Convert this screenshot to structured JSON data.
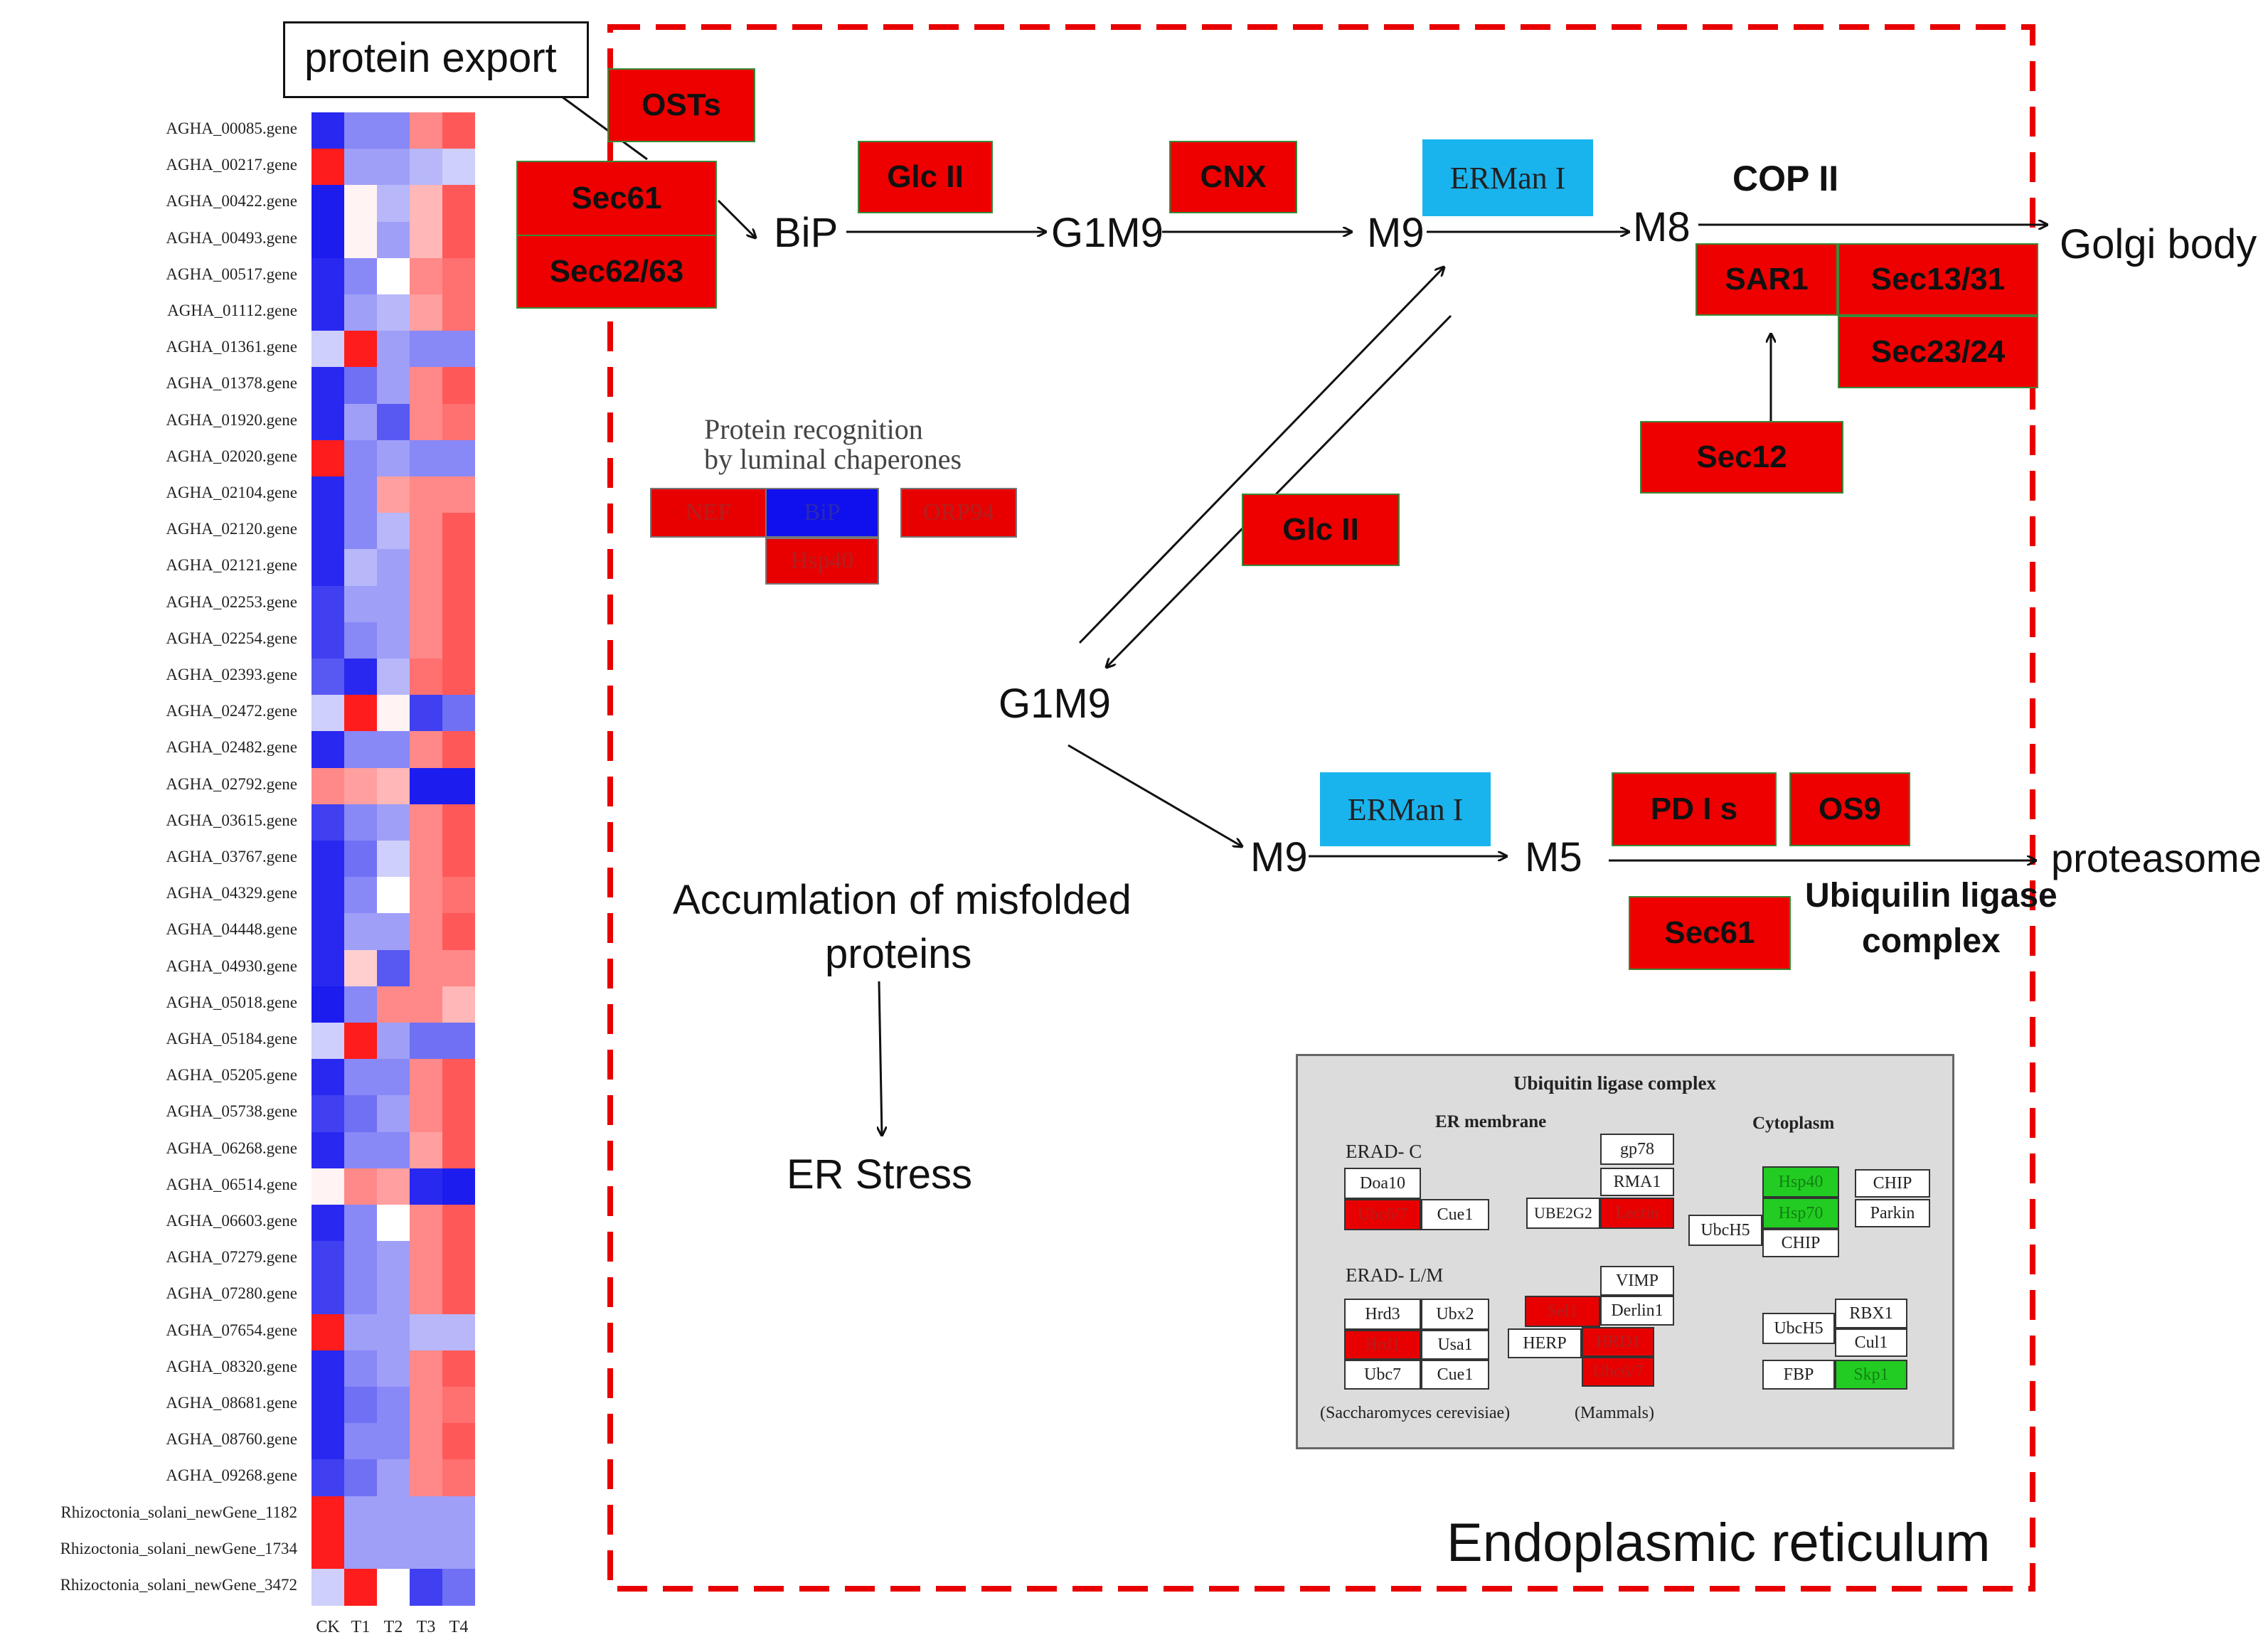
{
  "heatmap": {
    "genes": [
      "AGHA_00085.gene",
      "AGHA_00217.gene",
      "AGHA_00422.gene",
      "AGHA_00493.gene",
      "AGHA_00517.gene",
      "AGHA_01112.gene",
      "AGHA_01361.gene",
      "AGHA_01378.gene",
      "AGHA_01920.gene",
      "AGHA_02020.gene",
      "AGHA_02104.gene",
      "AGHA_02120.gene",
      "AGHA_02121.gene",
      "AGHA_02253.gene",
      "AGHA_02254.gene",
      "AGHA_02393.gene",
      "AGHA_02472.gene",
      "AGHA_02482.gene",
      "AGHA_02792.gene",
      "AGHA_03615.gene",
      "AGHA_03767.gene",
      "AGHA_04329.gene",
      "AGHA_04448.gene",
      "AGHA_04930.gene",
      "AGHA_05018.gene",
      "AGHA_05184.gene",
      "AGHA_05205.gene",
      "AGHA_05738.gene",
      "AGHA_06268.gene",
      "AGHA_06514.gene",
      "AGHA_06603.gene",
      "AGHA_07279.gene",
      "AGHA_07280.gene",
      "AGHA_07654.gene",
      "AGHA_08320.gene",
      "AGHA_08681.gene",
      "AGHA_08760.gene",
      "AGHA_09268.gene",
      "Rhizoctonia_solani_newGene_1182",
      "Rhizoctonia_solani_newGene_1734",
      "Rhizoctonia_solani_newGene_3472"
    ],
    "columns": [
      "CK",
      "T1",
      "T2",
      "T3",
      "T4"
    ],
    "values": [
      [
        -0.9,
        -0.5,
        -0.5,
        0.5,
        0.7
      ],
      [
        0.95,
        -0.4,
        -0.4,
        -0.3,
        -0.2
      ],
      [
        -0.95,
        0.05,
        -0.3,
        0.3,
        0.7
      ],
      [
        -0.95,
        0.05,
        -0.4,
        0.3,
        0.7
      ],
      [
        -0.9,
        -0.5,
        0.0,
        0.5,
        0.6
      ],
      [
        -0.9,
        -0.4,
        -0.3,
        0.4,
        0.6
      ],
      [
        -0.2,
        0.95,
        -0.4,
        -0.5,
        -0.5
      ],
      [
        -0.9,
        -0.6,
        -0.4,
        0.5,
        0.7
      ],
      [
        -0.9,
        -0.4,
        -0.7,
        0.5,
        0.6
      ],
      [
        0.95,
        -0.5,
        -0.4,
        -0.5,
        -0.5
      ],
      [
        -0.9,
        -0.5,
        0.4,
        0.5,
        0.5
      ],
      [
        -0.9,
        -0.5,
        -0.3,
        0.5,
        0.7
      ],
      [
        -0.9,
        -0.3,
        -0.4,
        0.5,
        0.7
      ],
      [
        -0.8,
        -0.4,
        -0.4,
        0.5,
        0.7
      ],
      [
        -0.8,
        -0.5,
        -0.4,
        0.5,
        0.7
      ],
      [
        -0.7,
        -0.9,
        -0.3,
        0.6,
        0.7
      ],
      [
        -0.2,
        0.95,
        0.05,
        -0.8,
        -0.6
      ],
      [
        -0.9,
        -0.5,
        -0.5,
        0.5,
        0.7
      ],
      [
        0.5,
        0.4,
        0.3,
        -0.95,
        -0.95
      ],
      [
        -0.8,
        -0.5,
        -0.4,
        0.5,
        0.7
      ],
      [
        -0.9,
        -0.6,
        -0.2,
        0.5,
        0.7
      ],
      [
        -0.9,
        -0.5,
        0.0,
        0.5,
        0.6
      ],
      [
        -0.9,
        -0.4,
        -0.4,
        0.5,
        0.7
      ],
      [
        -0.9,
        0.2,
        -0.7,
        0.5,
        0.5
      ],
      [
        -0.95,
        -0.5,
        0.5,
        0.5,
        0.3
      ],
      [
        -0.2,
        0.95,
        -0.4,
        -0.6,
        -0.6
      ],
      [
        -0.9,
        -0.5,
        -0.5,
        0.5,
        0.7
      ],
      [
        -0.8,
        -0.6,
        -0.4,
        0.5,
        0.7
      ],
      [
        -0.9,
        -0.5,
        -0.5,
        0.4,
        0.7
      ],
      [
        0.05,
        0.5,
        0.4,
        -0.9,
        -0.95
      ],
      [
        -0.9,
        -0.5,
        0.0,
        0.5,
        0.7
      ],
      [
        -0.8,
        -0.5,
        -0.4,
        0.5,
        0.7
      ],
      [
        -0.8,
        -0.5,
        -0.4,
        0.5,
        0.7
      ],
      [
        0.95,
        -0.4,
        -0.4,
        -0.3,
        -0.3
      ],
      [
        -0.9,
        -0.5,
        -0.4,
        0.5,
        0.7
      ],
      [
        -0.9,
        -0.6,
        -0.5,
        0.5,
        0.6
      ],
      [
        -0.9,
        -0.5,
        -0.5,
        0.5,
        0.7
      ],
      [
        -0.8,
        -0.6,
        -0.4,
        0.5,
        0.6
      ],
      [
        0.95,
        -0.4,
        -0.4,
        -0.4,
        -0.4
      ],
      [
        0.95,
        -0.4,
        -0.4,
        -0.4,
        -0.4
      ],
      [
        -0.2,
        0.95,
        0.0,
        -0.8,
        -0.6
      ]
    ],
    "colors": {
      "low": "#1010ee",
      "mid": "#ffffff",
      "high": "#ff1010"
    }
  },
  "callout": {
    "protein_export": "protein export"
  },
  "pathway": {
    "osts": "OSTs",
    "sec61_top": "Sec61",
    "sec62_63": "Sec62/63",
    "bip": "BiP",
    "glc2_top": "Glc II",
    "g1m9_top": "G1M9",
    "cnx": "CNX",
    "m9_top": "M9",
    "ermanI_top": "ERMan I",
    "m8": "M8",
    "cop2": "COP II",
    "golgi": "Golgi body",
    "sar1": "SAR1",
    "sec13_31": "Sec13/31",
    "sec23_24": "Sec23/24",
    "sec12": "Sec12",
    "glc2_mid": "Glc II",
    "g1m9_mid": "G1M9",
    "m9_bottom": "M9",
    "ermanI_bottom": "ERMan I",
    "m5": "M5",
    "pdis": "PD I s",
    "os9": "OS9",
    "proteasome": "proteasome",
    "sec61_bottom": "Sec61",
    "ubiquilin_line1": "Ubiquilin ligase",
    "ubiquilin_line2": "complex",
    "accum_line1": "Accumlation of misfolded",
    "accum_line2": "proteins",
    "er_stress": "ER Stress",
    "er_label": "Endoplasmic reticulum"
  },
  "recognition": {
    "title_line1": "Protein recognition",
    "title_line2": "by luminal chaperones",
    "nef": "NEF",
    "bip": "BiP",
    "orp94": "ORP94",
    "hsp40": "Hsp40"
  },
  "ubiquitin_box": {
    "title": "Ubiquitin ligase complex",
    "er_membrane": "ER membrane",
    "cytoplasm": "Cytoplasm",
    "erad_c": "ERAD- C",
    "erad_lm": "ERAD- L/M",
    "doa10": "Doa10",
    "ubc6_7": "Ubc6/7",
    "cue1_a": "Cue1",
    "gp78": "gp78",
    "rma1": "RMA1",
    "ube2g2": "UBE2G2",
    "lectin": "Lectin",
    "hsp40": "Hsp40",
    "hsp70": "Hsp70",
    "chip_a": "CHIP",
    "parkin": "Parkin",
    "ubch5_a": "UbcH5",
    "chip_b": "CHIP",
    "hrd3": "Hrd3",
    "ubx2": "Ubx2",
    "hrd1": "Hrd1",
    "usa1": "Usa1",
    "ubc7": "Ubc7",
    "cue1_b": "Cue1",
    "sel1": "Sel1",
    "vimp": "VIMP",
    "derlin1": "Derlin1",
    "herp": "HERP",
    "hrd1_m": "HRD1",
    "ubc6_7_m": "Ubc6/7",
    "ubch5_b": "UbcH5",
    "rbx1": "RBX1",
    "cul1": "Cul1",
    "fbp": "FBP",
    "skp1": "Skp1",
    "yeast_note": "(Saccharomyces cerevisiae)",
    "mammal_note": "(Mammals)"
  }
}
